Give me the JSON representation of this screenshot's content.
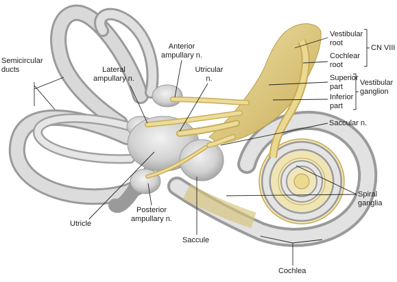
{
  "labels": {
    "semicircular_ducts": [
      "Semicircular",
      "ducts"
    ],
    "anterior_ampullary": [
      "Anterior",
      "ampullary n."
    ],
    "lateral_ampullary": [
      "Lateral",
      "ampullary n."
    ],
    "utricular_n": [
      "Utricular",
      "n."
    ],
    "vestibular_root": [
      "Vestibular",
      "root"
    ],
    "cochlear_root": [
      "Cochlear",
      "root"
    ],
    "cn_viii": "CN VIII",
    "superior_part": [
      "Superior",
      "part"
    ],
    "inferior_part": [
      "Inferior",
      "part"
    ],
    "vestibular_ganglion": [
      "Vestibular",
      "ganglion"
    ],
    "saccular_n": "Saccular n.",
    "spiral_ganglia": [
      "Spiral",
      "ganglia"
    ],
    "utricle": "Utricle",
    "posterior_ampullary": [
      "Posterior",
      "ampullary n."
    ],
    "saccule": "Saccule",
    "cochlea": "Cochlea"
  },
  "colors": {
    "membrane": "#d7d7d7",
    "membrane_dark": "#a9a9a9",
    "nerve": "#e2d08a",
    "nerve_dark": "#b89d4a",
    "leader": "#222222"
  }
}
